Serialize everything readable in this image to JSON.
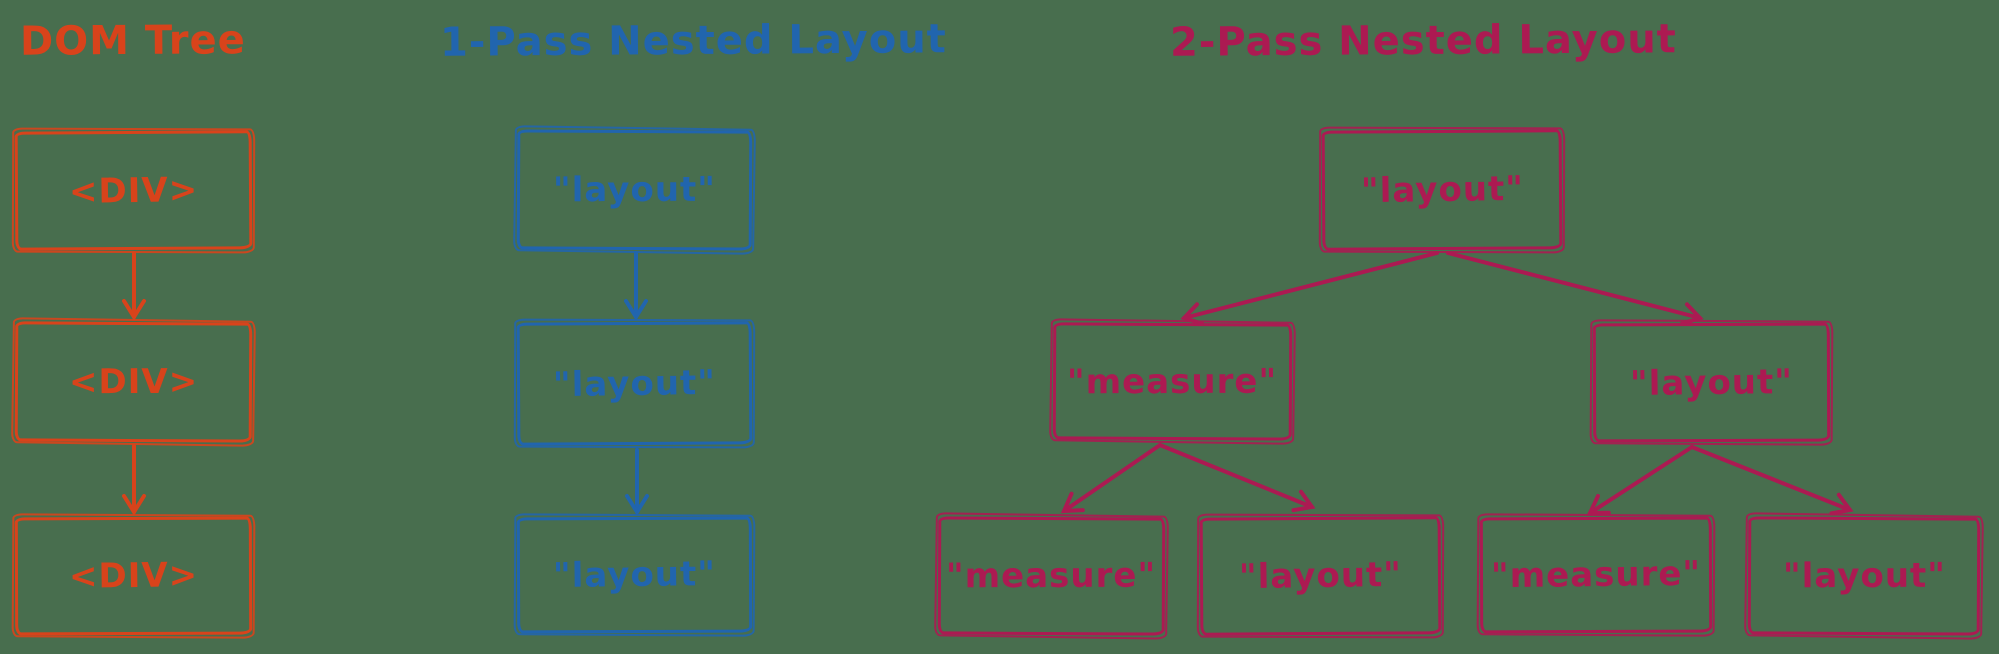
{
  "diagram": {
    "background": "#486E4E",
    "sections": [
      {
        "id": "dom-tree",
        "title": "DOM Tree",
        "color": "#D8431B",
        "nodes": [
          "<DIV>",
          "<DIV>",
          "<DIV>"
        ]
      },
      {
        "id": "one-pass-nested-layout",
        "title": "1-Pass Nested Layout",
        "color": "#2165AE",
        "nodes": [
          "\"layout\"",
          "\"layout\"",
          "\"layout\""
        ]
      },
      {
        "id": "two-pass-nested-layout",
        "title": "2-Pass Nested Layout",
        "color": "#AC1A52",
        "tree": {
          "root": "\"layout\"",
          "children": [
            {
              "label": "\"measure\"",
              "children": [
                "\"measure\"",
                "\"layout\""
              ]
            },
            {
              "label": "\"layout\"",
              "children": [
                "\"measure\"",
                "\"layout\""
              ]
            }
          ]
        }
      }
    ]
  }
}
